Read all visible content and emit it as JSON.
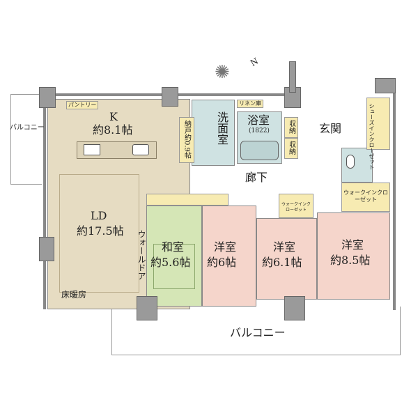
{
  "compass": {
    "label": "N"
  },
  "rooms": {
    "kitchen": {
      "name": "K",
      "size": "約8.1帖"
    },
    "ld": {
      "name": "LD",
      "size": "約17.5帖"
    },
    "floor_heating": "床暖房",
    "pantry": "パントリー",
    "storage_room": "納戸約0.9帖",
    "washroom": "洗面室",
    "linen": "リネン庫",
    "bath": {
      "name": "浴室",
      "size": "(1822)"
    },
    "storage1": "収納",
    "storage2": "収納",
    "entrance": "玄関",
    "shoes_closet": "シューズインクローゼット",
    "hallway": "廊下",
    "wic1": "ウォークインクローゼット",
    "wic2": "ウォークインクローゼット",
    "wall_door": "ウォールドア",
    "washitsu": {
      "name": "和室",
      "size": "約5.6帖"
    },
    "youshitsu1": {
      "name": "洋室",
      "size": "約6帖"
    },
    "youshitsu2": {
      "name": "洋室",
      "size": "約6.1帖"
    },
    "youshitsu3": {
      "name": "洋室",
      "size": "約8.5帖"
    },
    "balcony_left": "バルコニー",
    "balcony_bottom": "バルコニー"
  },
  "colors": {
    "ldk": "#e6dcc2",
    "wet": "#cfe2e2",
    "youshitsu": "#f5d5cb",
    "washitsu": "#d5e6b6",
    "storage": "#f7ebb2",
    "wall": "#9a9a9a"
  }
}
